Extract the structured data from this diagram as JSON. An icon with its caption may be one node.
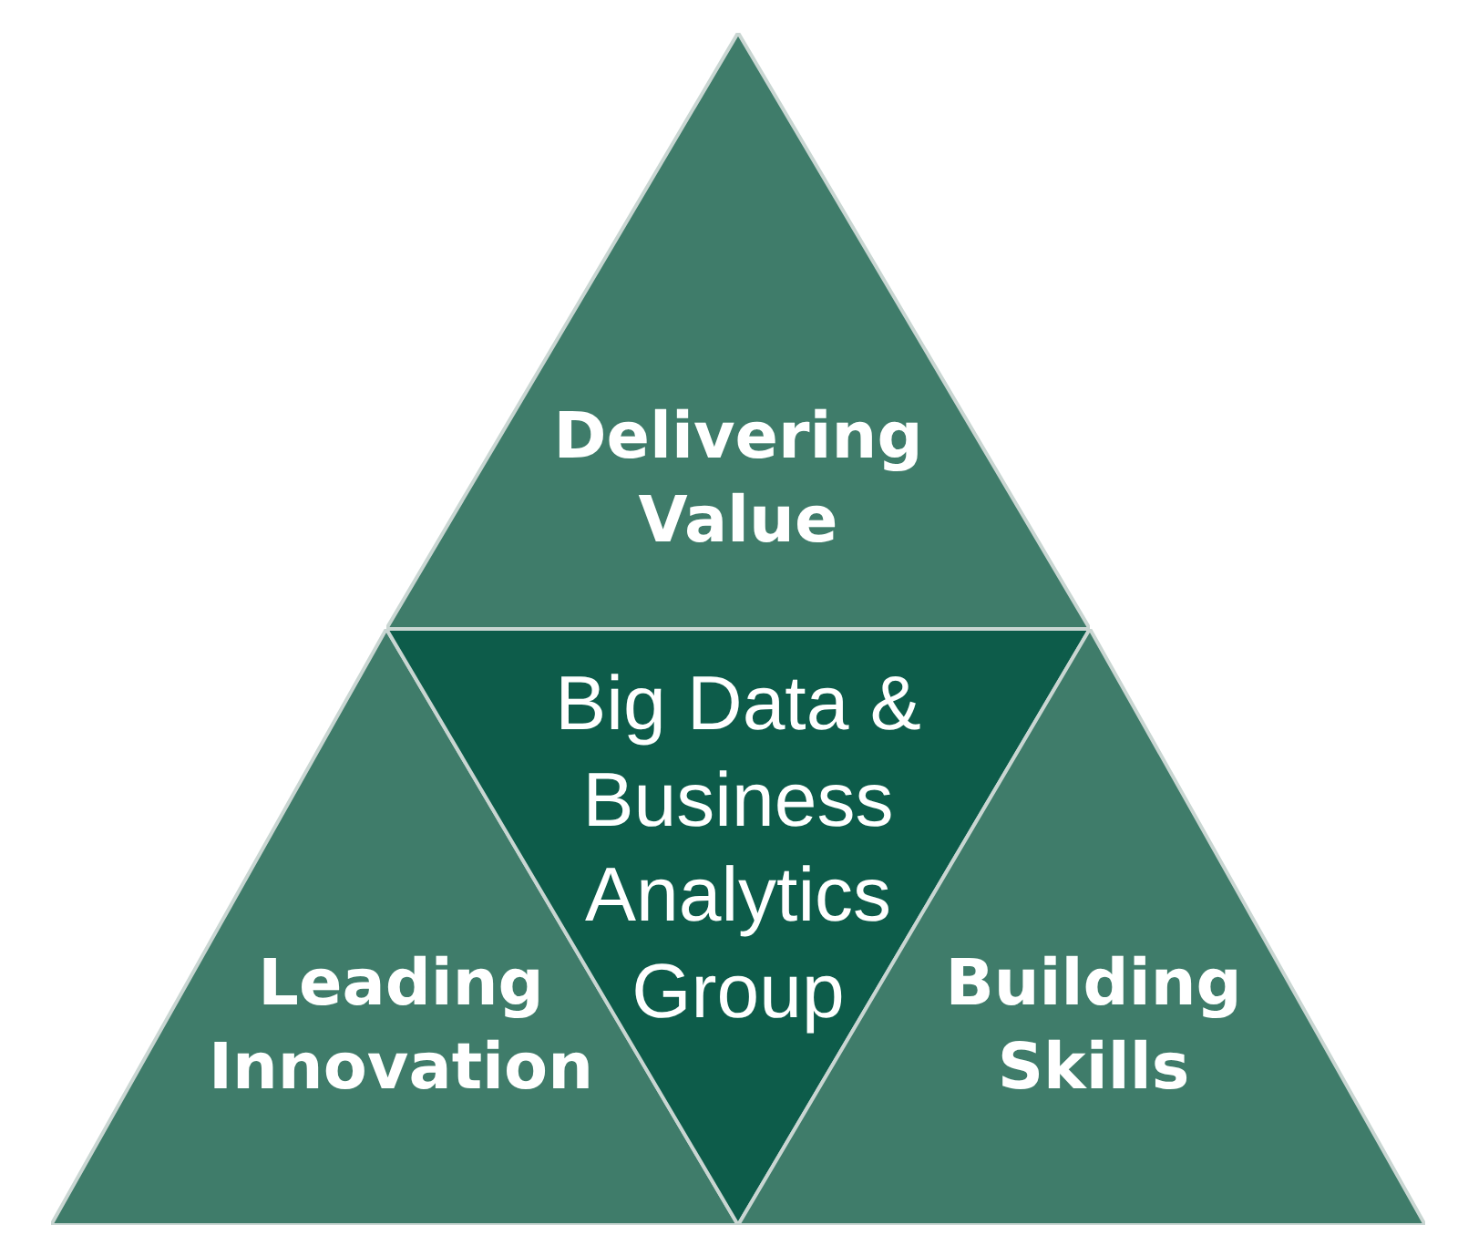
{
  "diagram": {
    "nodes": [
      {
        "text": [
          "Delivering Value"
        ]
      },
      {
        "text": [
          "Leading Innovation"
        ]
      },
      {
        "text": [
          "Big Data & Business Analytics Group"
        ]
      },
      {
        "text": [
          "Building Skills"
        ]
      }
    ]
  }
}
